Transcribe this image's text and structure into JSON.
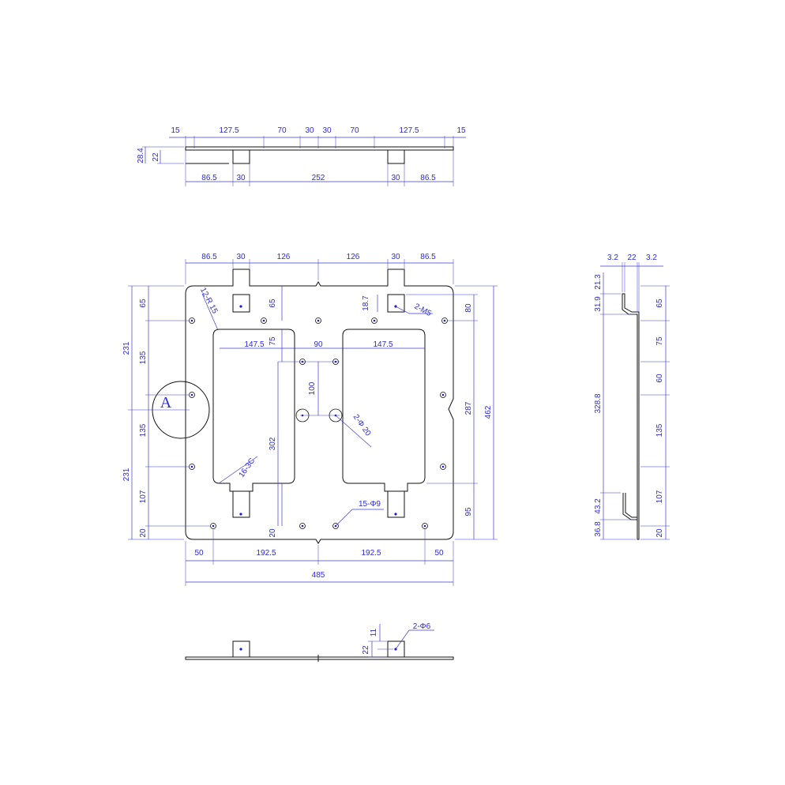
{
  "labels": {
    "top_widths": [
      "15",
      "127.5",
      "70",
      "30",
      "30",
      "70",
      "127.5",
      "15"
    ],
    "top_lower": [
      "86.5",
      "30",
      "252",
      "30",
      "86.5"
    ],
    "top_left_heights": [
      "28.4",
      "22"
    ],
    "plan_top": [
      "86.5",
      "30",
      "126",
      "126",
      "30",
      "86.5"
    ],
    "plan_bottom": [
      "50",
      "192.5",
      "192.5",
      "50"
    ],
    "plan_overall_width": "485",
    "plan_left_outer": [
      "231",
      "231"
    ],
    "plan_left_inner": [
      "65",
      "135",
      "135",
      "107",
      "20"
    ],
    "plan_right_inner": [
      "80",
      "287",
      "95"
    ],
    "plan_right_outer": "462",
    "inner": {
      "d65": "65",
      "d147a": "147.5",
      "d75": "75",
      "d90": "90",
      "d147b": "147.5",
      "d100": "100",
      "d302": "302",
      "d20": "20",
      "d18_7": "18.7"
    },
    "callouts": {
      "r15": "12-R 15",
      "m5": "2-M5",
      "phi20": "2-Φ 20",
      "c3": "16-3C",
      "phi9": "15-Φ9",
      "phi6": "2-Φ6"
    },
    "detail_letter": "A",
    "side_top": [
      "3.2",
      "22",
      "3.2"
    ],
    "side_left": [
      "21.3",
      "31.9",
      "328.8",
      "43.2",
      "36.8"
    ],
    "side_right": [
      "65",
      "75",
      "60",
      "135",
      "107",
      "20"
    ],
    "bottom_view": [
      "11",
      "22"
    ]
  }
}
